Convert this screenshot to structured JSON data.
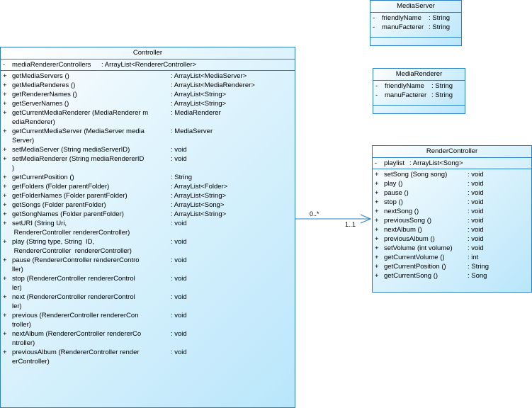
{
  "classes": {
    "media_server": {
      "name": "MediaServer",
      "attributes": [
        {
          "vis": "-",
          "name": "friendlyName",
          "type": ": String"
        },
        {
          "vis": "-",
          "name": "manuFacterer",
          "type": ": String"
        }
      ]
    },
    "media_renderer": {
      "name": "MediaRenderer",
      "attributes": [
        {
          "vis": "-",
          "name": "friendlyName",
          "type": ": String"
        },
        {
          "vis": "-",
          "name": "manuFacterer",
          "type": ": String"
        }
      ]
    },
    "controller": {
      "name": "Controller",
      "attributes": [
        {
          "vis": "-",
          "name": "mediaRendererControllers",
          "type": ": ArrayList<RendererController>"
        }
      ],
      "operations": [
        {
          "vis": "+",
          "name": [
            "getMediaServers ()"
          ],
          "type": ": ArrayList<MediaServer>"
        },
        {
          "vis": "+",
          "name": [
            "getMediaRenderes ()"
          ],
          "type": ": ArrayList<MediaRenderer>"
        },
        {
          "vis": "+",
          "name": [
            "getRendererNames ()"
          ],
          "type": ": ArrayList<String>"
        },
        {
          "vis": "+",
          "name": [
            "getServerNames ()"
          ],
          "type": ": ArrayList<String>"
        },
        {
          "vis": "+",
          "name": [
            "getCurrentMediaRenderer (MediaRenderer m",
            "ediaRenderer)"
          ],
          "type": ": MediaRenderer"
        },
        {
          "vis": "+",
          "name": [
            "getCurrentMediaServer (MediaServer media",
            "Server)"
          ],
          "type": ": MediaServer"
        },
        {
          "vis": "+",
          "name": [
            "setMediaServer (String mediaServerID)"
          ],
          "type": ": void"
        },
        {
          "vis": "+",
          "name": [
            "setMediaRenderer (String mediaRendererID",
            ")"
          ],
          "type": ": void"
        },
        {
          "vis": "+",
          "name": [
            "getCurrentPosition ()"
          ],
          "type": ": String"
        },
        {
          "vis": "+",
          "name": [
            "getFolders (Folder parentFolder)"
          ],
          "type": ": ArrayList<Folder>"
        },
        {
          "vis": "+",
          "name": [
            "getFolderNames (Folder parentFolder)"
          ],
          "type": ": ArrayList<String>"
        },
        {
          "vis": "+",
          "name": [
            "getSongs (Folder parentFolder)"
          ],
          "type": ": ArrayList<Song>"
        },
        {
          "vis": "+",
          "name": [
            "getSongNames (Folder parentFolder)"
          ],
          "type": ": ArrayList<String>"
        },
        {
          "vis": "+",
          "name": [
            "setURI (String Uri,",
            " RendererController rendererController)"
          ],
          "type": ": void"
        },
        {
          "vis": "+",
          "name": [
            "play (String type, String  ID,",
            " RendererController  rendererController)"
          ],
          "type": ": void"
        },
        {
          "vis": "+",
          "name": [
            "pause (RendererController rendererContro",
            "ller)"
          ],
          "type": ": void"
        },
        {
          "vis": "+",
          "name": [
            "stop (RendererController rendererControl",
            "ler)"
          ],
          "type": ": void"
        },
        {
          "vis": "+",
          "name": [
            "next (RendererController rendererControl",
            "ler)"
          ],
          "type": ": void"
        },
        {
          "vis": "+",
          "name": [
            "previous (RendererController rendererCon",
            "troller)"
          ],
          "type": ": void"
        },
        {
          "vis": "+",
          "name": [
            "nextAlbum (RendererController rendererCo",
            "ntroller)"
          ],
          "type": ": void"
        },
        {
          "vis": "+",
          "name": [
            "previousAlbum (RendererController render",
            "erController)"
          ],
          "type": ": void"
        }
      ]
    },
    "render_controller": {
      "name": "RenderController",
      "attributes": [
        {
          "vis": "-",
          "name": "playlist",
          "type": ": ArrayList<Song>"
        }
      ],
      "operations": [
        {
          "vis": "+",
          "name": [
            "setSong (Song song)"
          ],
          "type": ": void"
        },
        {
          "vis": "+",
          "name": [
            "play ()"
          ],
          "type": ": void"
        },
        {
          "vis": "+",
          "name": [
            "pause ()"
          ],
          "type": ": void"
        },
        {
          "vis": "+",
          "name": [
            "stop ()"
          ],
          "type": ": void"
        },
        {
          "vis": "+",
          "name": [
            "nextSong ()"
          ],
          "type": ": void"
        },
        {
          "vis": "+",
          "name": [
            "previousSong ()"
          ],
          "type": ": void"
        },
        {
          "vis": "+",
          "name": [
            "nextAlbum ()"
          ],
          "type": ": void"
        },
        {
          "vis": "+",
          "name": [
            "previousAlbum ()"
          ],
          "type": ": void"
        },
        {
          "vis": "+",
          "name": [
            "setVolume (int volume)"
          ],
          "type": ": void"
        },
        {
          "vis": "+",
          "name": [
            "getCurrentVolume ()"
          ],
          "type": ": int"
        },
        {
          "vis": "+",
          "name": [
            "getCurrentPosition ()"
          ],
          "type": ": String"
        },
        {
          "vis": "+",
          "name": [
            "getCurrentSong ()"
          ],
          "type": ": Song"
        }
      ]
    }
  },
  "association": {
    "source_multiplicity": "0..*",
    "target_multiplicity": "1..1"
  },
  "colors": {
    "border": "#2a7fc0",
    "fill_light": "#e6f6fd",
    "fill_dark": "#b9e6fb"
  }
}
